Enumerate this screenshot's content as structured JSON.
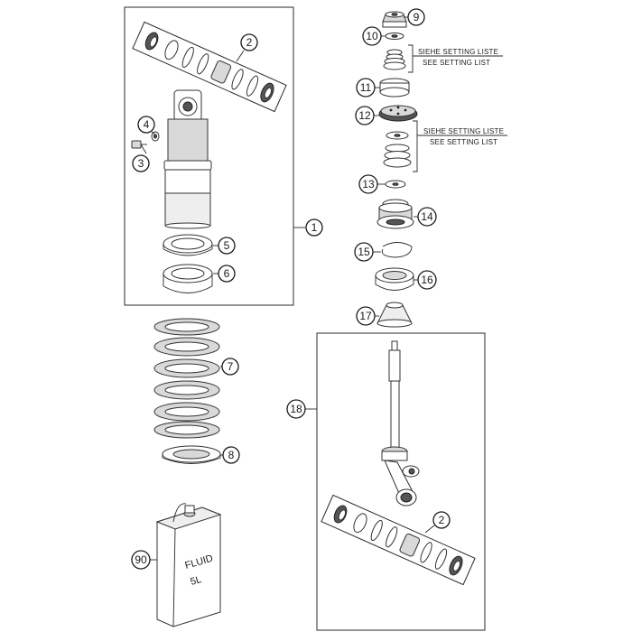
{
  "callouts": {
    "c1": "1",
    "c2a": "2",
    "c2b": "2",
    "c3": "3",
    "c4": "4",
    "c5": "5",
    "c6": "6",
    "c7": "7",
    "c8": "8",
    "c9": "9",
    "c10": "10",
    "c11": "11",
    "c12": "12",
    "c13": "13",
    "c14": "14",
    "c15": "15",
    "c16": "16",
    "c17": "17",
    "c18": "18",
    "c90": "90"
  },
  "notes": {
    "setting_de_1": "SIEHE SETTING LISTE",
    "setting_en_1": "SEE SETTING LIST",
    "setting_de_2": "SIEHE SETTING LISTE",
    "setting_en_2": "SEE SETTING LIST"
  },
  "can_label": {
    "line1": "FLUID",
    "line2": "5L"
  },
  "colors": {
    "line": "#2a2a2a",
    "shade": "#d9d9d9",
    "dark": "#555555"
  }
}
